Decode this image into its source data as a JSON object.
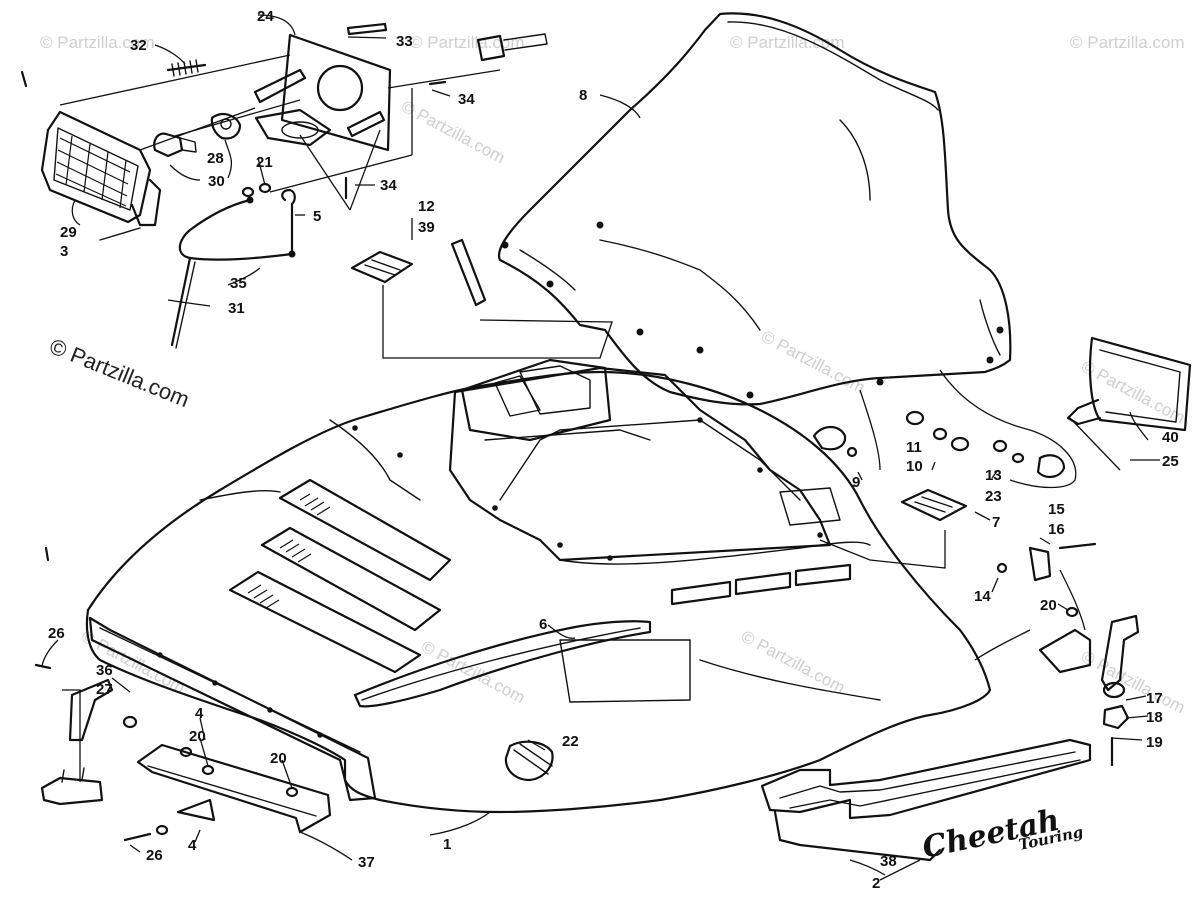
{
  "watermark": {
    "text": "© Partzilla.com",
    "prominent_text": "© Partzilla.com"
  },
  "decal_text": {
    "brand": "Cheetah",
    "model": "Touring"
  },
  "callouts": [
    "1",
    "2",
    "3",
    "4",
    "4",
    "5",
    "6",
    "7",
    "8",
    "9",
    "10",
    "11",
    "12",
    "13",
    "14",
    "15",
    "16",
    "17",
    "18",
    "19",
    "20",
    "20",
    "20",
    "21",
    "22",
    "23",
    "24",
    "25",
    "26",
    "26",
    "27",
    "28",
    "29",
    "30",
    "31",
    "32",
    "33",
    "34",
    "34",
    "35",
    "36",
    "37",
    "38",
    "39",
    "40"
  ]
}
